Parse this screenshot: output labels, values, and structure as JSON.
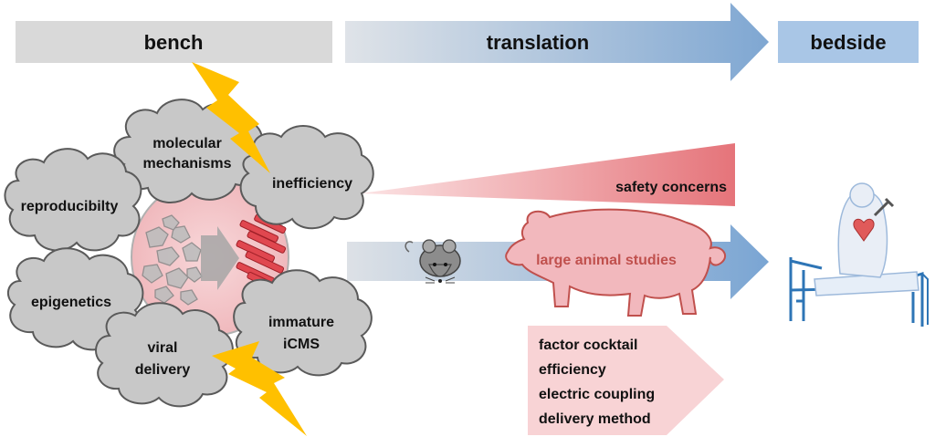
{
  "header": {
    "bench": "bench",
    "translation": "translation",
    "bedside": "bedside"
  },
  "clouds": {
    "molecular_mechanisms": [
      "molecular",
      "mechanisms"
    ],
    "inefficiency": "inefficiency",
    "reproducibility": "reproducibilty",
    "epigenetics": "epigenetics",
    "viral_delivery": [
      "viral",
      "delivery"
    ],
    "immature_icms": [
      "immature",
      "iCMS"
    ]
  },
  "translation": {
    "safety_concerns": "safety concerns",
    "large_animal_studies": "large animal studies",
    "factors": [
      "factor cocktail",
      "efficiency",
      "electric coupling",
      "delivery method"
    ]
  },
  "colors": {
    "header_gray": "#d9d9d9",
    "arrow_blue": "#7fa7d2",
    "bedside_blue": "#a9c6e6",
    "cloud_fill": "#c8c8c8",
    "bolt": "#ffc000",
    "pig_fill": "#f2b8bd",
    "pig_text": "#c0504d",
    "safety_red": "#e57f84",
    "factor_pink": "#f8d3d5"
  }
}
